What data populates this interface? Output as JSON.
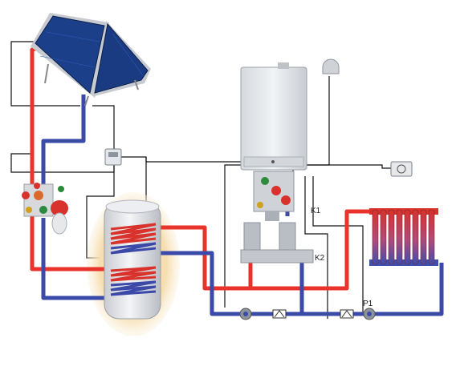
{
  "labels": {
    "k1": "K1",
    "k2": "K2",
    "p1": "P1"
  },
  "colors": {
    "hot_pipe": "#e8322c",
    "cold_pipe": "#3b4aa8",
    "wire": "#111111",
    "solar_panel": "#1c3f8a",
    "boiler": "#e3e6ea",
    "tank_glow": "#f3d9a4"
  },
  "icons": [
    "solar-collector-icon",
    "solar-pump-group-icon",
    "expansion-vessel-icon",
    "solar-controller-icon",
    "storage-tank-icon",
    "boiler-icon",
    "outdoor-sensor-icon",
    "room-thermostat-icon",
    "circulation-pump-icon",
    "check-valve-icon",
    "radiator-icon",
    "hydraulic-manifold-icon"
  ]
}
